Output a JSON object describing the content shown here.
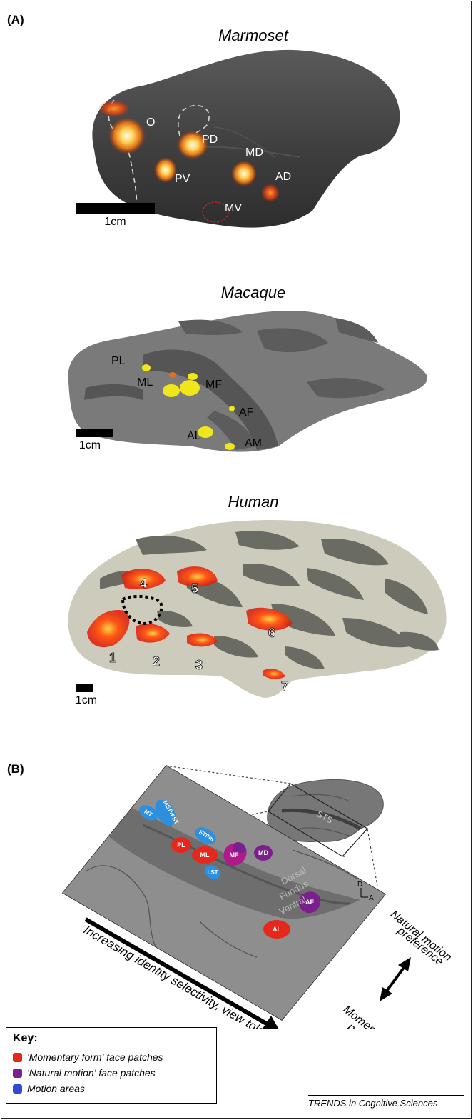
{
  "panel_a": {
    "label": "(A)",
    "marmoset": {
      "title": "Marmoset",
      "scale_label": "1cm",
      "patches": [
        "O",
        "PD",
        "PV",
        "MD",
        "AD",
        "MV"
      ]
    },
    "macaque": {
      "title": "Macaque",
      "scale_label": "1cm",
      "patches": [
        "PL",
        "ML",
        "MF",
        "AF",
        "AL",
        "AM"
      ]
    },
    "human": {
      "title": "Human",
      "scale_label": "1cm",
      "patches": [
        "1",
        "2",
        "3",
        "4",
        "5",
        "6",
        "7"
      ]
    }
  },
  "panel_b": {
    "label": "(B)",
    "inset_label": "STS",
    "regions": {
      "motion": [
        "MT",
        "MSTv",
        "FST",
        "STPm",
        "LST"
      ],
      "form": [
        "PL",
        "ML",
        "AL"
      ],
      "natural": [
        "MF",
        "MD",
        "AF"
      ]
    },
    "sulcus_labels": [
      "Dorsal",
      "Fundus",
      "Ventral"
    ],
    "orientation": {
      "d": "D",
      "a": "A"
    },
    "arrow_caption": "Increasing identity selectivity, view tolerance",
    "natural_pref": [
      "Natural motion",
      "preference"
    ],
    "form_pref": [
      "Momentary form",
      "preference"
    ]
  },
  "key": {
    "title": "Key:",
    "items": [
      {
        "label": "'Momentary form' face patches",
        "color": "#e8271c"
      },
      {
        "label": "'Natural motion' face patches",
        "color": "#7a1f8c"
      },
      {
        "label": "Motion areas",
        "color": "#2f4bd6"
      }
    ]
  },
  "credit": "TRENDS in Cognitive Sciences",
  "colors": {
    "brain_dark": "#3c3c3c",
    "macaque_light": "#777777",
    "macaque_dark": "#555555",
    "human_light": "#cdcbbb",
    "human_dark": "#6a6b63",
    "patch_yellow": "#f0e61c",
    "sts_gray": "#8e8e8e"
  }
}
